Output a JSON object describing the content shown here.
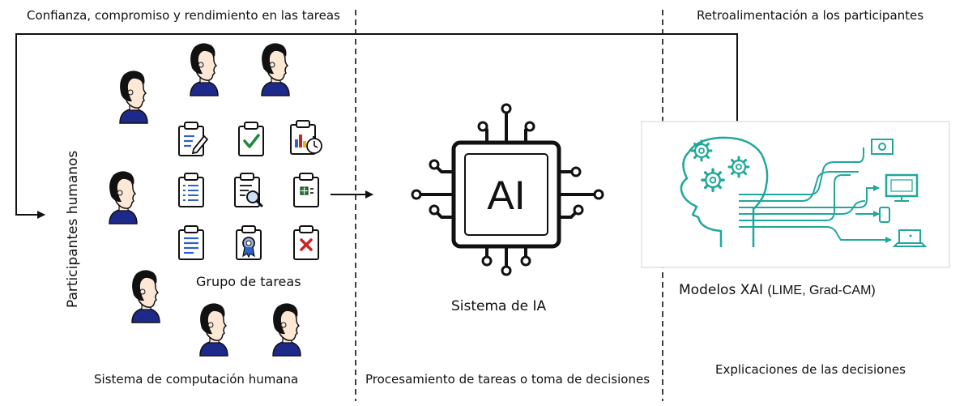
{
  "labels": {
    "top_left": "Confianza, compromiso y rendimiento en las tareas",
    "top_right": "Retroalimentación a los participantes",
    "vertical": "Participantes humanos",
    "task_group": "Grupo de tareas",
    "ai_system": "Sistema de IA",
    "ai_chip": "AI",
    "xai_main": "Modelos XAI",
    "xai_sub": "(LIME, Grad-CAM)",
    "bottom_left": "Sistema de computación humana",
    "bottom_middle": "Procesamiento de tareas o toma de decisiones",
    "bottom_right": "Explicaciones de las decisiones"
  },
  "icons": {
    "participants": [
      "person-icon",
      "person-icon",
      "person-icon",
      "person-icon",
      "person-icon",
      "person-icon",
      "person-icon"
    ],
    "tasks": [
      "clipboard-pencil-icon",
      "clipboard-check-icon",
      "clipboard-chart-timer-icon",
      "clipboard-list-icon",
      "clipboard-search-icon",
      "clipboard-grid-icon",
      "clipboard-text-icon",
      "clipboard-certificate-icon",
      "clipboard-x-icon"
    ],
    "xai": [
      "head-gears-icon",
      "camera-icon",
      "monitor-icon",
      "phone-icon",
      "laptop-icon"
    ]
  },
  "colors": {
    "person_shirt": "#1e2a8a",
    "skin": "#fde8d6",
    "hair": "#111111",
    "accent_blue": "#2f62c9",
    "check_green": "#1f8a3a",
    "x_red": "#cc2222",
    "teal": "#1fa89a"
  }
}
